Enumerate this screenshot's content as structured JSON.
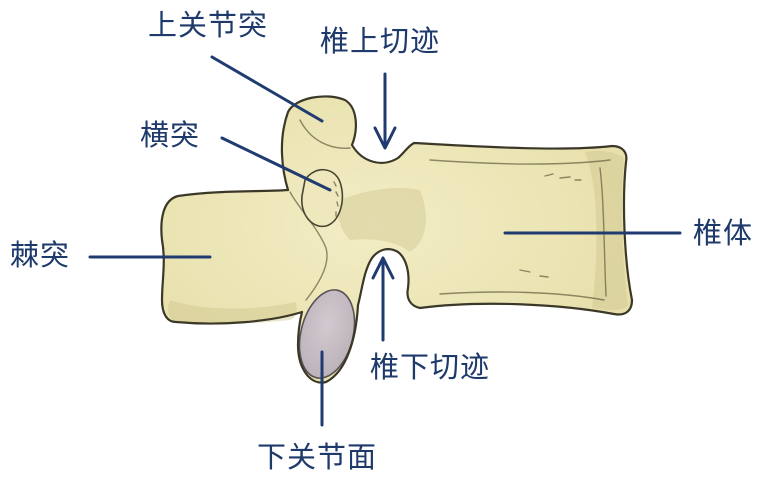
{
  "labels": {
    "superior_articular_process": "上关节突",
    "superior_vertebral_notch": "椎上切迹",
    "transverse_process": "横突",
    "spinous_process": "棘突",
    "vertebral_body": "椎体",
    "inferior_vertebral_notch": "椎下切迹",
    "inferior_articular_facet": "下关节面"
  },
  "colors": {
    "label": "#1d3a6b",
    "leader": "#1f3b70",
    "bone_light": "#f3edc6",
    "bone": "#e6dea8",
    "bone_outline": "#3b3828",
    "facet": "#b9aeb6"
  }
}
